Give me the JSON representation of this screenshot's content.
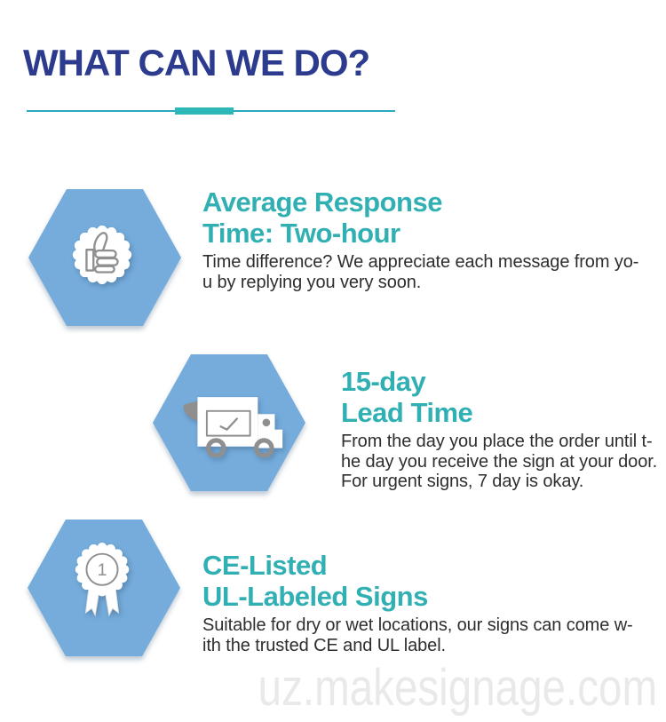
{
  "header": {
    "title": "WHAT CAN WE DO?"
  },
  "colors": {
    "title_navy": "#2c3b8e",
    "accent_teal": "#31b0b4",
    "divider_line": "#2aa9c0",
    "divider_bar": "#2db8b8",
    "hexagon_blue": "#75acdb",
    "icon_gray": "#8f8f8f",
    "body_text": "#2e2e2e",
    "watermark_gray": "#e9e9e9"
  },
  "sections": [
    {
      "icon": "thumbs-up-badge-icon",
      "heading_line1": "Average Response",
      "heading_line2": "Time: Two-hour",
      "body_line1": "Time difference? We appreciate each message from yo-",
      "body_line2": "u by replying you very soon."
    },
    {
      "icon": "delivery-truck-icon",
      "heading_line1": "15-day",
      "heading_line2": "Lead Time",
      "body_line1": "From the day you place the order until t-",
      "body_line2": "he day you receive the sign at your door.",
      "body_line3": "For urgent signs, 7 day is okay."
    },
    {
      "icon": "first-place-rosette-icon",
      "badge_number": "1",
      "heading_line1": "CE-Listed",
      "heading_line2": "UL-Labeled Signs",
      "body_line1": "Suitable for dry or wet locations, our signs can come w-",
      "body_line2": "ith the trusted CE and UL label."
    }
  ],
  "watermark": "uz.makesignage.com"
}
